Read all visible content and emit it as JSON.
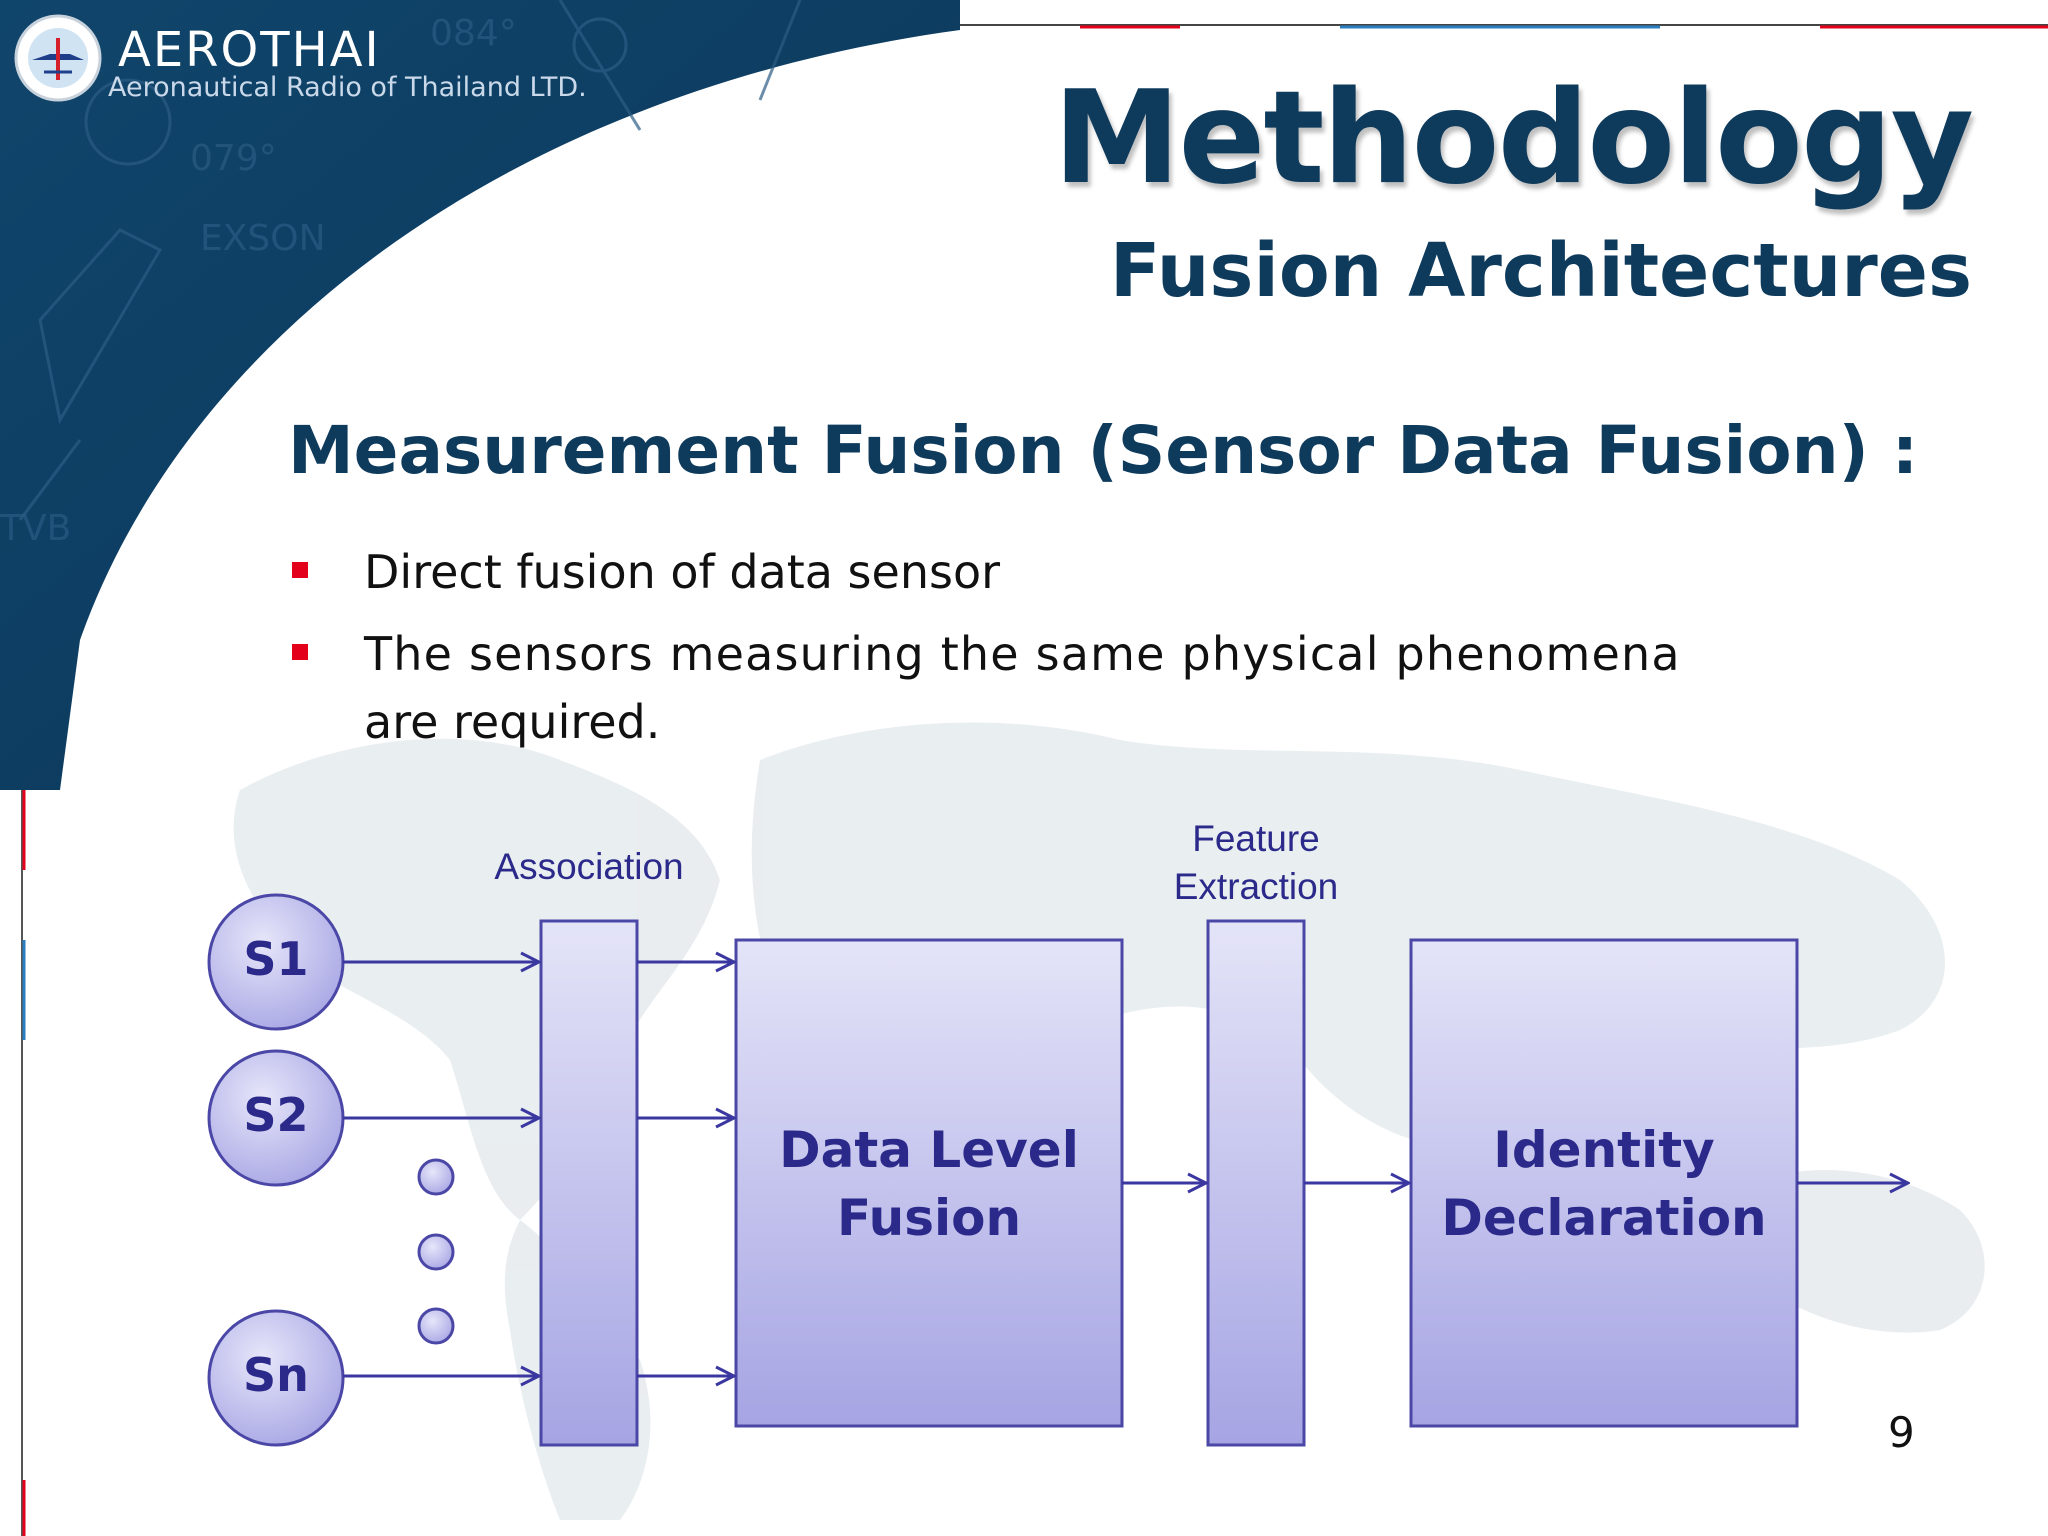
{
  "brand": {
    "name": "AEROTHAI",
    "subtitle": "Aeronautical Radio of Thailand LTD."
  },
  "slide": {
    "title": "Methodology",
    "subtitle": "Fusion Architectures",
    "section_heading": "Measurement Fusion (Sensor Data Fusion) :",
    "bullets": [
      "Direct fusion of data sensor",
      "The sensors measuring the same physical phenomena",
      "are required."
    ],
    "page_number": "9"
  },
  "diagram": {
    "sensors": [
      "S1",
      "S2",
      "Sn"
    ],
    "association_label": "Association",
    "feature_label_line1": "Feature",
    "feature_label_line2": "Extraction",
    "data_fusion_line1": "Data Level",
    "data_fusion_line2": "Fusion",
    "identity_line1": "Identity",
    "identity_line2": "Declaration"
  },
  "colors": {
    "brand_navy": "#0e3a5c",
    "box_fill_top": "#e2e2f7",
    "box_fill_bottom": "#a7a5e4",
    "box_stroke": "#4a47a6",
    "arrow": "#3a37a0",
    "bullet": "#e3001b"
  }
}
